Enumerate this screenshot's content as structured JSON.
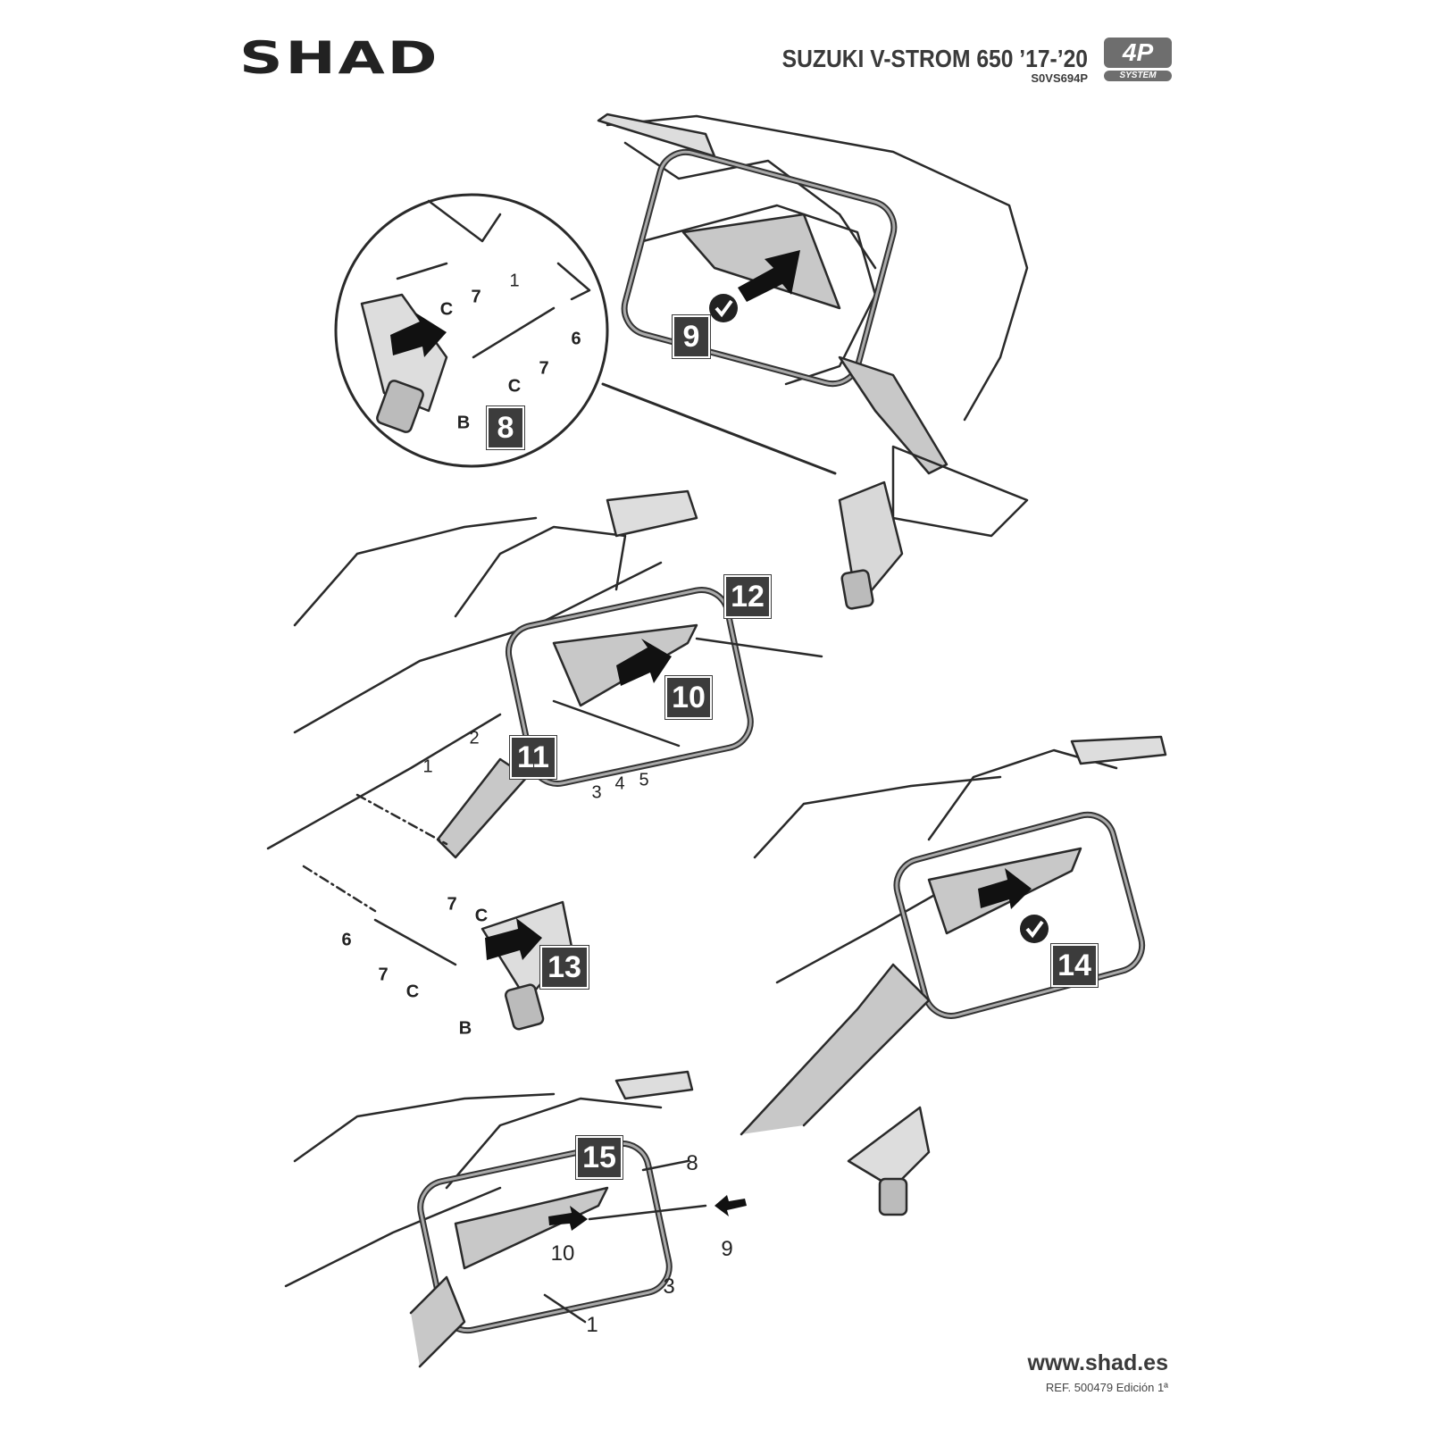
{
  "header": {
    "brand": "SHAD",
    "model": "SUZUKI V-STROM 650 ’17-’20",
    "product_ref": "S0VS694P",
    "system_badge": {
      "main": "4P",
      "sub": "SYSTEM"
    }
  },
  "steps": [
    "8",
    "9",
    "10",
    "11",
    "12",
    "13",
    "14",
    "15"
  ],
  "inset_labels": [
    "1",
    "7",
    "C",
    "7",
    "6",
    "C",
    "B"
  ],
  "middle_labels": [
    "2",
    "1",
    "3",
    "4",
    "5",
    "7",
    "C",
    "6",
    "7",
    "C",
    "B"
  ],
  "bottom_labels": [
    "8",
    "10",
    "9",
    "3",
    "1"
  ],
  "icons": {
    "check": "check-circle-icon",
    "arrow": "push-arrow-icon"
  },
  "footer": {
    "website": "www.shad.es",
    "reference": "REF. 500479 Edición 1ª"
  }
}
